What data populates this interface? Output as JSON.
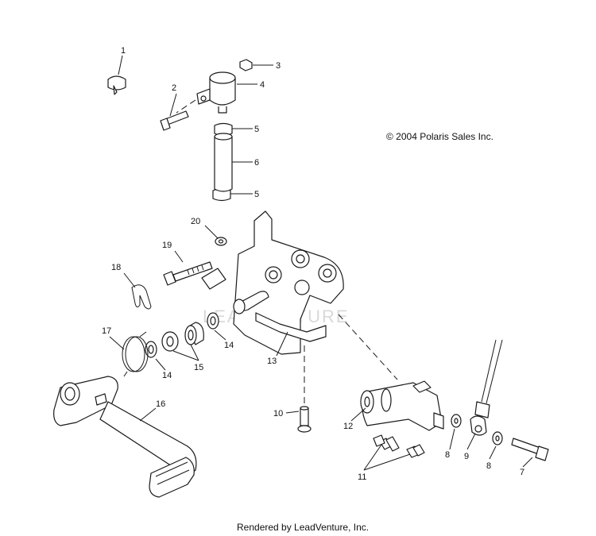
{
  "copyright": "© 2004 Polaris Sales Inc.",
  "footer": "Rendered by LeadVenture, Inc.",
  "watermark": "LEADVENTURE",
  "callouts": [
    "1",
    "2",
    "3",
    "4",
    "5",
    "5",
    "6",
    "20",
    "19",
    "18",
    "17",
    "14",
    "14",
    "15",
    "13",
    "16",
    "10",
    "12",
    "11",
    "8",
    "9",
    "8",
    "7"
  ]
}
